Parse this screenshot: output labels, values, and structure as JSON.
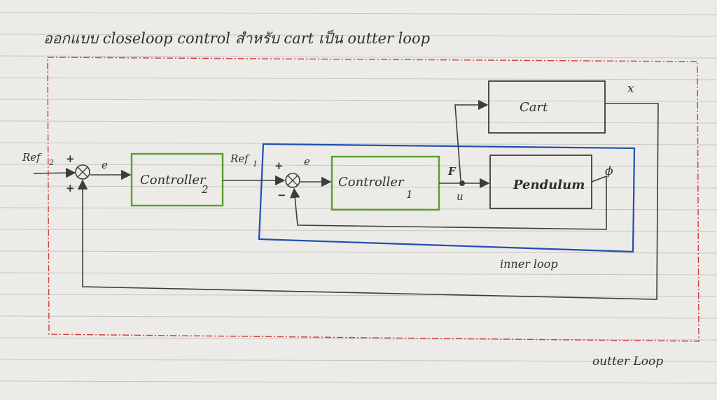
{
  "diagram": {
    "title": "ออกแบบ closeloop control สำหรับ cart เป็น outter loop",
    "blocks": {
      "cart": "Cart",
      "pendulum": "Pendulum",
      "controller1": "Controller",
      "controller1_sub": "1",
      "controller2": "Controller",
      "controller2_sub": "2"
    },
    "signals": {
      "ref2": "Ref",
      "ref2_sub": "2",
      "ref1": "Ref",
      "ref1_sub": "1",
      "error_outer": "e",
      "error_inner": "e",
      "control_input": "u",
      "cart_output": "x",
      "pendulum_output": "ϕ",
      "force": "F"
    },
    "signs": {
      "outer_plus_top": "+",
      "outer_plus_bottom": "+",
      "inner_plus": "+",
      "inner_minus": "−"
    },
    "loops": {
      "inner": "inner loop",
      "outer": "outter Loop"
    },
    "colors": {
      "paper": "#ecebe8",
      "ruled_line": "#c9c6c1",
      "outer_loop_border": "#d23a3a",
      "inner_loop_border": "#1f4fae",
      "controller_border": "#5a9e2e",
      "pencil": "#3c3c3c"
    }
  }
}
